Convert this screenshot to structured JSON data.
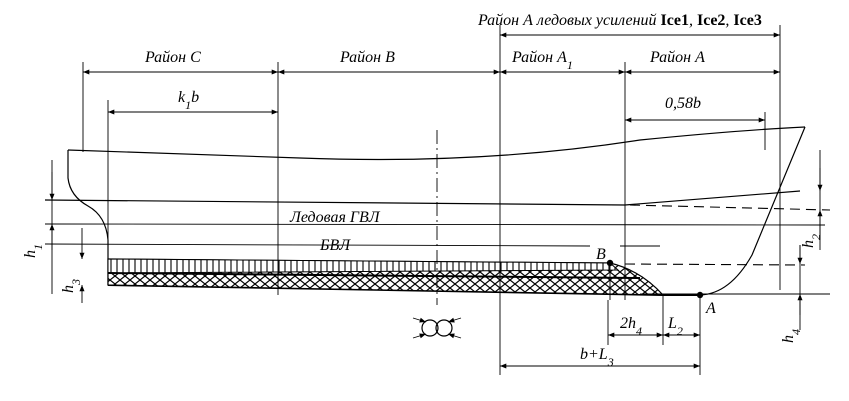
{
  "header": {
    "title_prefix": "Район А ледовых усилений",
    "ice1": "Ice1",
    "ice2": "Ice2",
    "ice3": "Ice3"
  },
  "regions": {
    "c": "Район C",
    "b": "Район B",
    "a1_base": "Район A",
    "a1_sub": "1",
    "a": "Район A"
  },
  "dims": {
    "k1b_k": "k",
    "k1b_sub": "1",
    "k1b_b": "b",
    "frac": "0,58b",
    "h1_h": "h",
    "h1_sub": "1",
    "h2_h": "h",
    "h2_sub": "2",
    "h3_h": "h",
    "h3_sub": "3",
    "h4_h": "h",
    "h4_sub": "4",
    "twoh4_pre": "2h",
    "twoh4_sub": "4",
    "L2": "L",
    "L2_sub": "2",
    "bL3_pre": "b+L",
    "bL3_sub": "3"
  },
  "waterlines": {
    "ice_gvl": "Ледовая ГВЛ",
    "bvl": "БВЛ"
  },
  "points": {
    "A": "A",
    "B": "B"
  }
}
